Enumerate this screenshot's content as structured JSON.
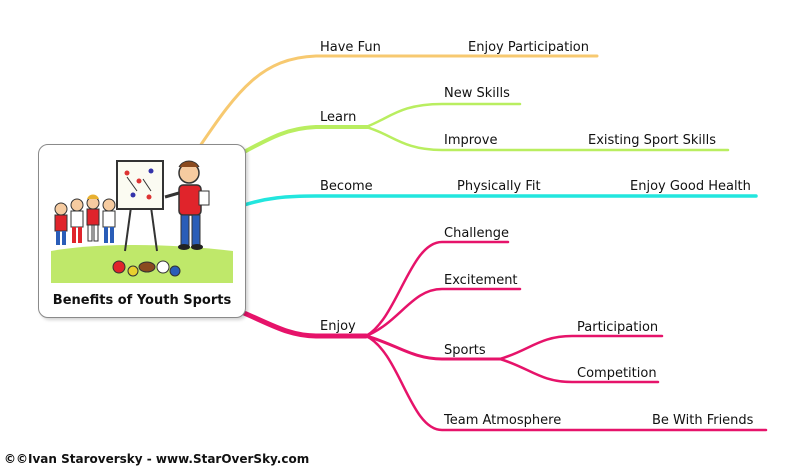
{
  "center": {
    "title": "Benefits of Youth Sports"
  },
  "colors": {
    "fun": "#f7c970",
    "learn": "#b9ee60",
    "become": "#22e6de",
    "enjoy": "#e6136a"
  },
  "branches": {
    "have_fun": {
      "label": "Have Fun",
      "children": [
        "Enjoy Participation"
      ]
    },
    "learn": {
      "label": "Learn",
      "new_skills": "New Skills",
      "improve": {
        "label": "Improve",
        "child": "Existing Sport Skills"
      }
    },
    "become": {
      "label": "Become",
      "child": "Physically Fit",
      "grandchild": "Enjoy Good Health"
    },
    "enjoy": {
      "label": "Enjoy",
      "challenge": "Challenge",
      "excitement": "Excitement",
      "sports": {
        "label": "Sports",
        "participation": "Participation",
        "competition": "Competition"
      },
      "team": {
        "label": "Team Atmosphere",
        "child": "Be With Friends"
      }
    }
  },
  "footer": "©©Ivan Staroversky -  www.StarOverSky.com"
}
